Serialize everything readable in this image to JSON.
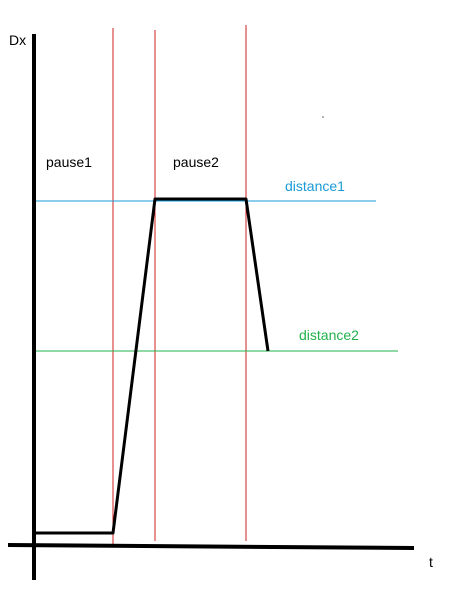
{
  "axes": {
    "y_label": "Dx",
    "x_label": "t",
    "axis_color": "#000000"
  },
  "regions": {
    "pause1_label": "pause1",
    "pause2_label": "pause2"
  },
  "reference_lines": {
    "distance1": {
      "label": "distance1",
      "color": "#1a9bd7"
    },
    "distance2": {
      "label": "distance2",
      "color": "#22b14c"
    }
  },
  "marker_color": "#cc2222",
  "trajectory_color": "#000000"
}
